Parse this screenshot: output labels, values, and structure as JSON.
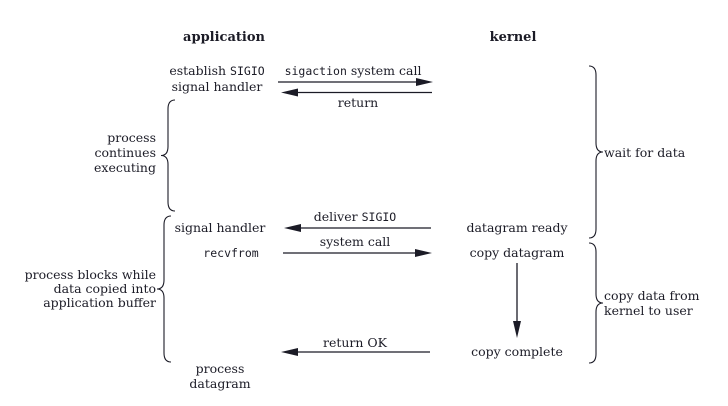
{
  "colors": {
    "ink": "#1b1b26",
    "background": "#ffffff"
  },
  "headers": {
    "application": "application",
    "kernel": "kernel"
  },
  "app_column": {
    "establish_prefix": "establish ",
    "establish_code": "SIGIO",
    "establish_line2": "signal handler",
    "signal_handler": "signal handler",
    "recvfrom": "recvfrom",
    "process_datagram_line1": "process",
    "process_datagram_line2": "datagram"
  },
  "kernel_column": {
    "datagram_ready": "datagram ready",
    "copy_datagram": "copy datagram",
    "copy_complete": "copy complete"
  },
  "arrow_labels": {
    "sigaction_code": "sigaction",
    "sigaction_rest": " system call",
    "return_label": "return",
    "deliver_prefix": "deliver ",
    "deliver_code": "SIGIO",
    "system_call": "system call",
    "return_ok": "return OK"
  },
  "braces": {
    "process_continues": [
      "process",
      "continues",
      "executing"
    ],
    "process_blocks": [
      "process blocks while",
      "data copied into",
      "application buffer"
    ],
    "wait_for_data": "wait for data",
    "copy_data": [
      "copy data from",
      "kernel to user"
    ]
  }
}
